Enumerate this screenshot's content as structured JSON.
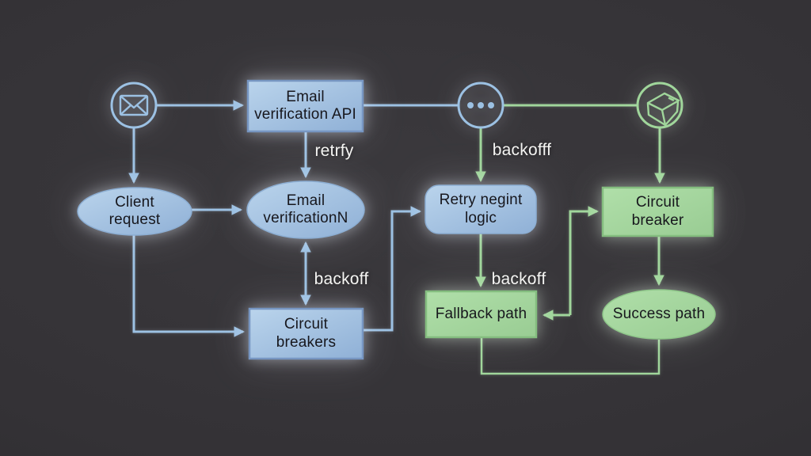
{
  "colors": {
    "background": "#343236",
    "blue_accent": "#9cc1e3",
    "green_accent": "#a0d69b",
    "blue_node_fill": "#a9c6e6",
    "green_node_fill": "#a6d7a1",
    "node_text": "#17171d",
    "edge_label_text": "#f5f5f3"
  },
  "icons": {
    "envelope": "envelope-icon",
    "ellipsis": "ellipsis-icon",
    "open_box": "open-box-icon"
  },
  "nodes": {
    "email_api": {
      "label": "Email\nverification API",
      "shape": "rectangle",
      "color": "blue"
    },
    "client_request": {
      "label": "Client\nrequest",
      "shape": "ellipse",
      "color": "blue"
    },
    "email_verification_n": {
      "label": "Email\nverificationN",
      "shape": "ellipse",
      "color": "blue"
    },
    "retry_logic": {
      "label": "Retry negint\nlogic",
      "shape": "rounded-rectangle",
      "color": "blue"
    },
    "circuit_breakers": {
      "label": "Circuit\nbreakers",
      "shape": "rectangle",
      "color": "blue"
    },
    "circuit_breaker": {
      "label": "Circuit\nbreaker",
      "shape": "rectangle",
      "color": "green"
    },
    "fallback_path": {
      "label": "Fallback path",
      "shape": "rectangle",
      "color": "green"
    },
    "success_path": {
      "label": "Success path",
      "shape": "ellipse",
      "color": "green"
    }
  },
  "edge_labels": {
    "retrfy": "retrfy",
    "backofff": "backofff",
    "backoff_mid": "backoff",
    "backoff_right": "backoff"
  }
}
